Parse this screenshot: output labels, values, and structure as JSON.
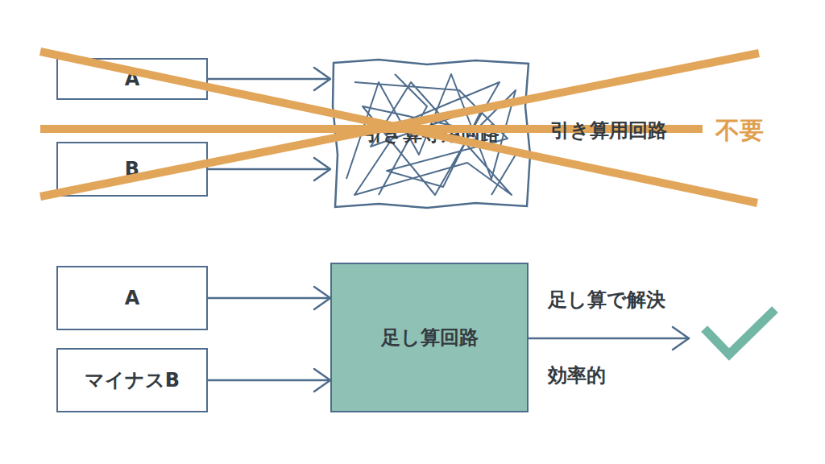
{
  "diagram": {
    "nodes": [
      {
        "text": [
          "A"
        ]
      },
      {
        "text": [
          "B"
        ]
      },
      {
        "text": [
          "引き算専用回路"
        ]
      },
      {
        "text": [
          "A"
        ]
      },
      {
        "text": [
          "マイナスB"
        ]
      },
      {
        "text": [
          "足し算回路"
        ]
      }
    ],
    "edges": [
      {
        "from": 0,
        "to": 2,
        "arrow": "to"
      },
      {
        "from": 1,
        "to": 2,
        "arrow": "to"
      },
      {
        "from": 3,
        "to": 5,
        "arrow": "to"
      },
      {
        "from": 4,
        "to": 5,
        "arrow": "to"
      }
    ],
    "labels": [
      "引き算用回路",
      "不要",
      "足し算で解決",
      "効率的"
    ]
  }
}
